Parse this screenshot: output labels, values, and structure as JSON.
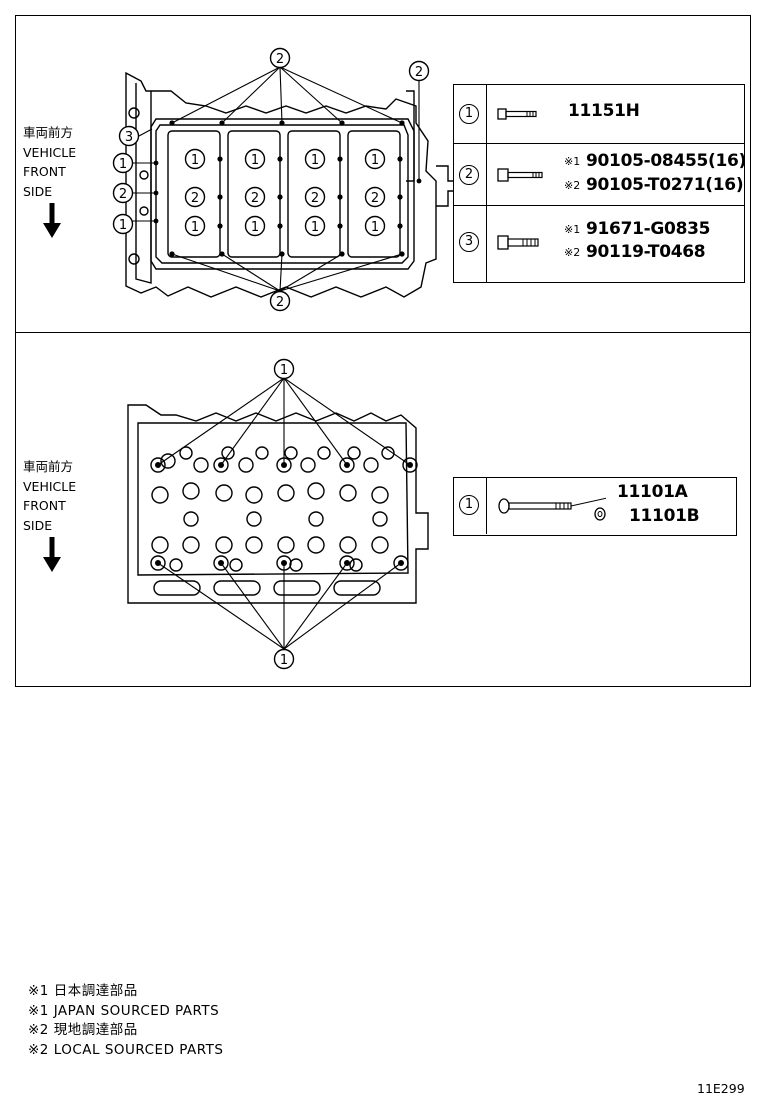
{
  "panels": [
    {
      "side_label": [
        "車両前方",
        "VEHICLE",
        "FRONT",
        "SIDE"
      ],
      "rows": [
        {
          "callout": "1",
          "parts": [
            {
              "prefix": "",
              "number": "11151H"
            }
          ]
        },
        {
          "callout": "2",
          "parts": [
            {
              "prefix": "※1",
              "number": "90105-08455(16)"
            },
            {
              "prefix": "※2",
              "number": "90105-T0271(16)"
            }
          ]
        },
        {
          "callout": "3",
          "parts": [
            {
              "prefix": "※1",
              "number": "91671-G0835"
            },
            {
              "prefix": "※2",
              "number": "90119-T0468"
            }
          ]
        }
      ],
      "callouts": [
        "1",
        "2",
        "3"
      ]
    },
    {
      "side_label": [
        "車両前方",
        "VEHICLE",
        "FRONT",
        "SIDE"
      ],
      "rows": [
        {
          "callout": "1",
          "parts": [
            {
              "prefix": "",
              "number": "11101A"
            },
            {
              "prefix": "",
              "number": "11101B"
            }
          ]
        }
      ],
      "callouts": [
        "1"
      ]
    }
  ],
  "footnotes": [
    "※1 日本調達部品",
    "※1 JAPAN SOURCED PARTS",
    "※2 現地調達部品",
    "※2 LOCAL SOURCED PARTS"
  ],
  "illustration_code": "11E299"
}
